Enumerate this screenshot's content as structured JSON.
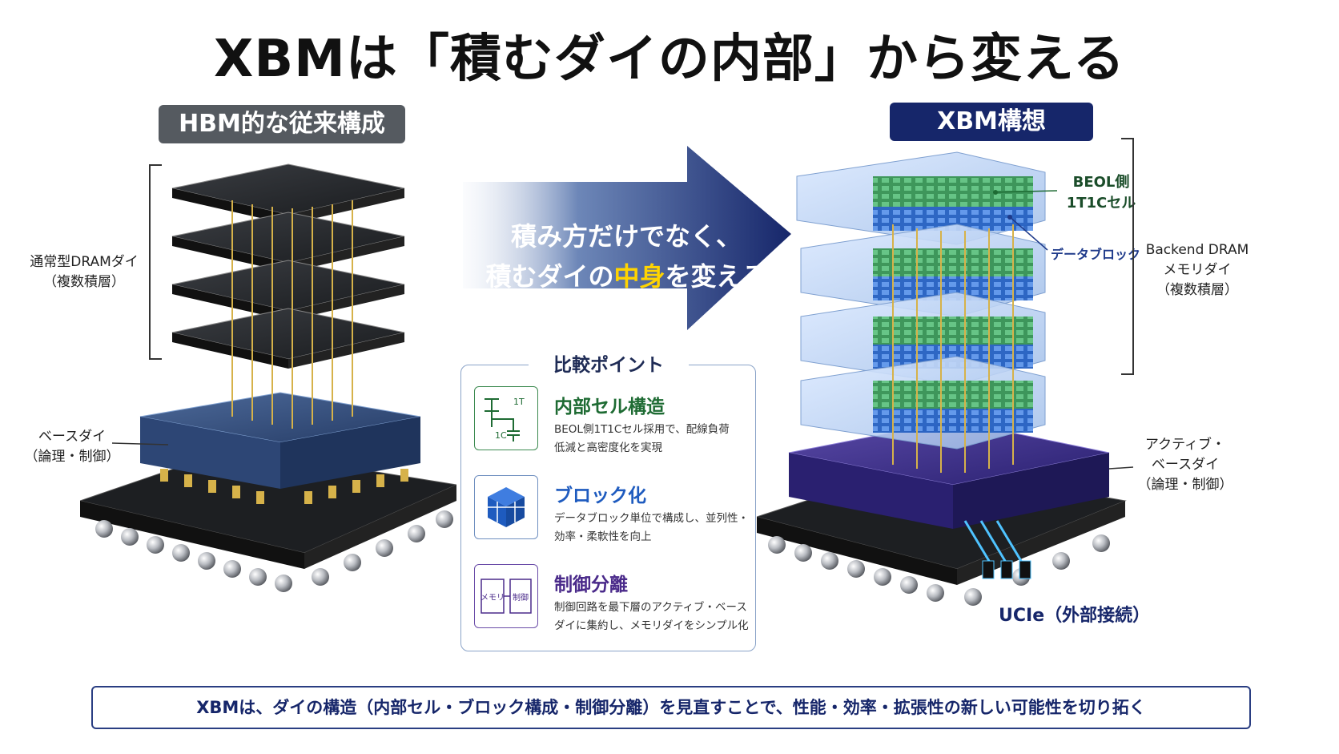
{
  "title": "XBMは「積むダイの内部」から変える",
  "left": {
    "badge": "HBM的な従来構成",
    "dram_label_1": "通常型DRAMダイ",
    "dram_label_2": "（複数積層）",
    "base_label_1": "ベースダイ",
    "base_label_2": "（論理・制御）"
  },
  "right": {
    "badge": "XBM構想",
    "beol_1": "BEOL側",
    "beol_2": "1T1Cセル",
    "datablock": "データブロック",
    "backend_1": "Backend DRAM",
    "backend_2": "メモリダイ",
    "backend_3": "（複数積層）",
    "active_1": "アクティブ・",
    "active_2": "ベースダイ",
    "active_3": "（論理・制御）",
    "ucie": "UCIe（外部接続）"
  },
  "arrow": {
    "line1": "積み方だけでなく、",
    "line2_a": "積むダイの",
    "line2_b": "中身",
    "line2_c": "を変える"
  },
  "compare": {
    "title": "比較ポイント",
    "items": [
      {
        "head": "内部セル構造",
        "desc1": "BEOL側1T1Cセル採用で、配線負荷",
        "desc2": "低減と高密度化を実現",
        "icon_t1": "1T",
        "icon_t2": "1C",
        "color": "#1e6b33"
      },
      {
        "head": "ブロック化",
        "desc1": "データブロック単位で構成し、並列性・",
        "desc2": "効率・柔軟性を向上",
        "color": "#1e5bbf"
      },
      {
        "head": "制御分離",
        "desc1": "制御回路を最下層のアクティブ・ベース",
        "desc2": "ダイに集約し、メモリダイをシンプル化",
        "icon_t1": "メモリ",
        "icon_t2": "制御",
        "color": "#4a2a8a"
      }
    ]
  },
  "summary": "XBMは、ダイの構造（内部セル・ブロック構成・制御分離）を見直すことで、性能・効率・拡張性の新しい可能性を切り拓く",
  "colors": {
    "navy": "#16266a",
    "green": "#1e6b33",
    "blue": "#1e5bbf",
    "purple": "#4a2a8a",
    "gold": "#c9a227"
  }
}
